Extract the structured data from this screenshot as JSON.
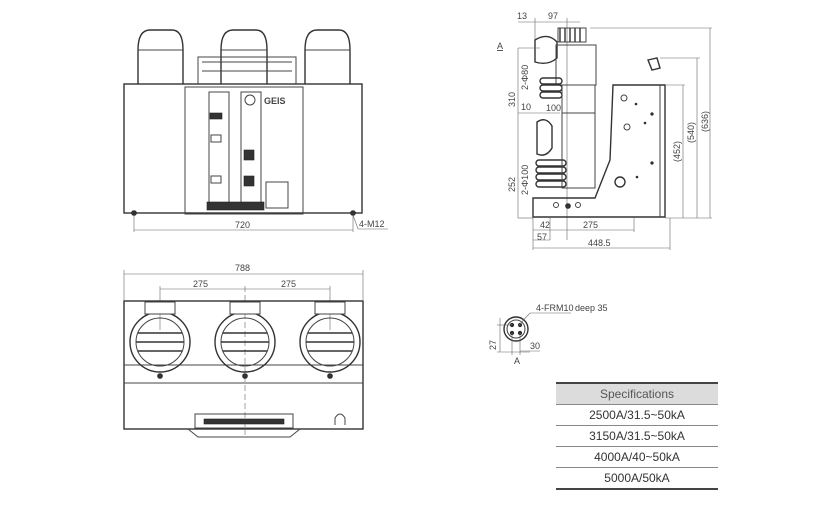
{
  "front_view": {
    "logo": "GEIS",
    "dim_width": "720",
    "bolt_label": "4-M12"
  },
  "top_view": {
    "dim_overall": "788",
    "dim_pitch_left": "275",
    "dim_pitch_right": "275"
  },
  "side_view": {
    "dim_13": "13",
    "dim_97": "97",
    "section_label": "A",
    "dim_310": "310",
    "dim_phi80": "2-Φ80",
    "dim_10": "10",
    "dim_100": "100",
    "dim_252": "252",
    "dim_phi100": "2-Φ100",
    "dim_42": "42",
    "dim_275": "275",
    "dim_57": "57",
    "dim_448": "448.5",
    "dim_452": "(452)",
    "dim_540": "(540)",
    "dim_636": "(636)"
  },
  "detail_a": {
    "hole_label": "4-FRM10",
    "hole_depth": "deep 35",
    "dim_27": "27",
    "dim_30": "30",
    "view_label": "A"
  },
  "specifications": {
    "header": "Specifications",
    "rows": [
      "2500A/31.5~50kA",
      "3150A/31.5~50kA",
      "4000A/40~50kA",
      "5000A/50kA"
    ]
  }
}
